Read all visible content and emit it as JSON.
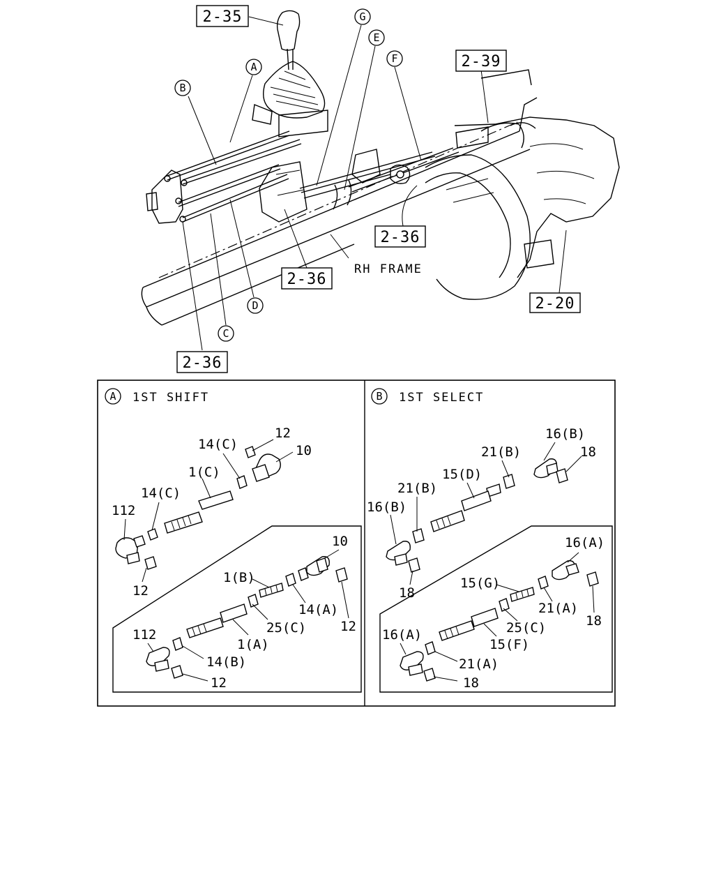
{
  "overview": {
    "ref_labels": [
      "2-35",
      "2-39",
      "2-36",
      "2-36",
      "2-20",
      "2-36"
    ],
    "callouts": [
      "G",
      "E",
      "A",
      "F",
      "B",
      "D",
      "C"
    ],
    "frame_label": "RH FRAME"
  },
  "panels": [
    {
      "marker": "A",
      "title": "1ST SHIFT",
      "labels": [
        "12",
        "14(C)",
        "10",
        "1(C)",
        "14(C)",
        "112",
        "12",
        "10",
        "1(B)",
        "14(A)",
        "12",
        "25(C)",
        "112",
        "1(A)",
        "14(B)",
        "12"
      ]
    },
    {
      "marker": "B",
      "title": "1ST SELECT",
      "labels": [
        "16(B)",
        "21(B)",
        "18",
        "15(D)",
        "21(B)",
        "16(B)",
        "18",
        "16(A)",
        "15(G)",
        "21(A)",
        "18",
        "25(C)",
        "16(A)",
        "15(F)",
        "21(A)",
        "18"
      ]
    }
  ]
}
